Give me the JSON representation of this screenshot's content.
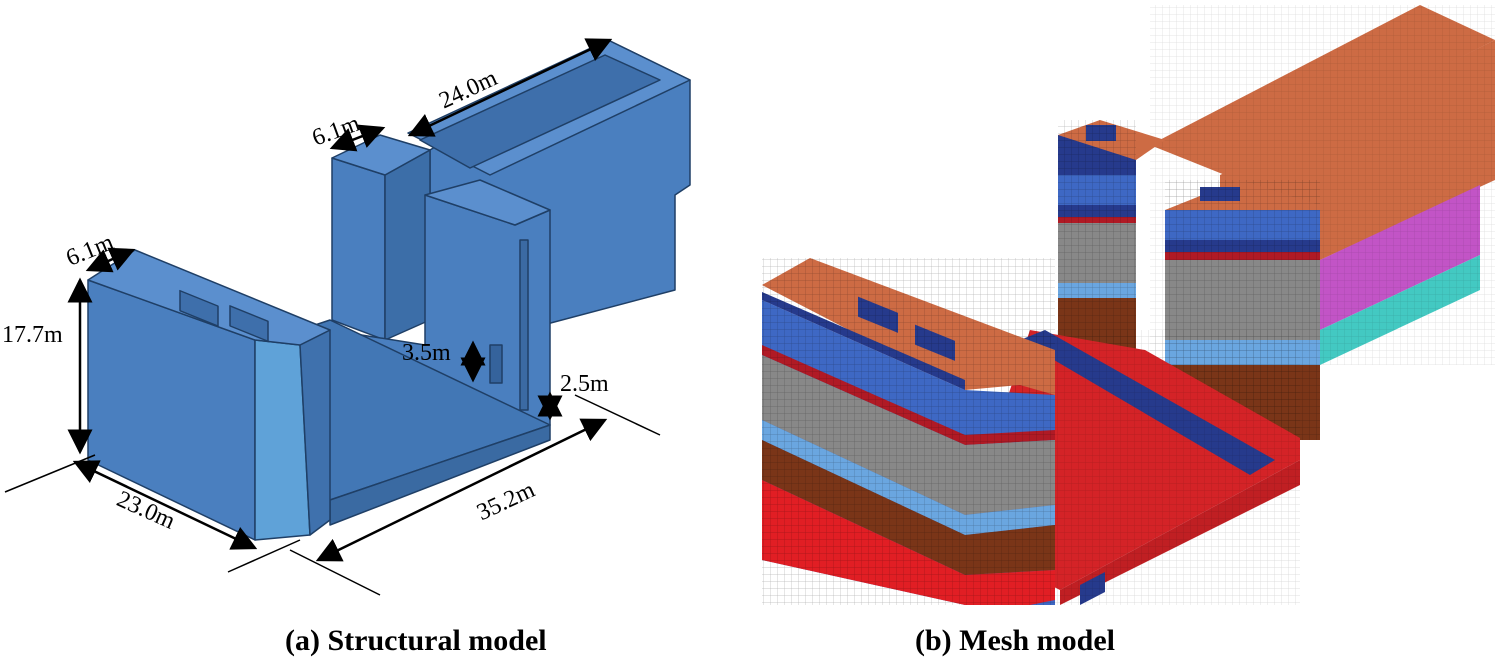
{
  "panels": {
    "structural": {
      "caption": "(a) Structural model",
      "dimensions": {
        "width": "23.0m",
        "height": "17.7m",
        "left_wall": "6.1m",
        "right_wall": "6.1m",
        "back_length": "24.0m",
        "length": "35.2m",
        "opening": "3.5m",
        "sill": "2.5m"
      },
      "color": "#4a7fbf"
    },
    "mesh": {
      "caption": "(b) Mesh model",
      "colors": {
        "top": "#cd6b44",
        "navy": "#263a8c",
        "blue": "#3e68c4",
        "red_band": "#b01a25",
        "gray": "#888888",
        "light_blue": "#6aa6e0",
        "brown": "#7a3518",
        "base_red": "#e11e24",
        "floor_red": "#d42327",
        "magenta": "#c254c6",
        "teal": "#43c9c2"
      }
    }
  }
}
